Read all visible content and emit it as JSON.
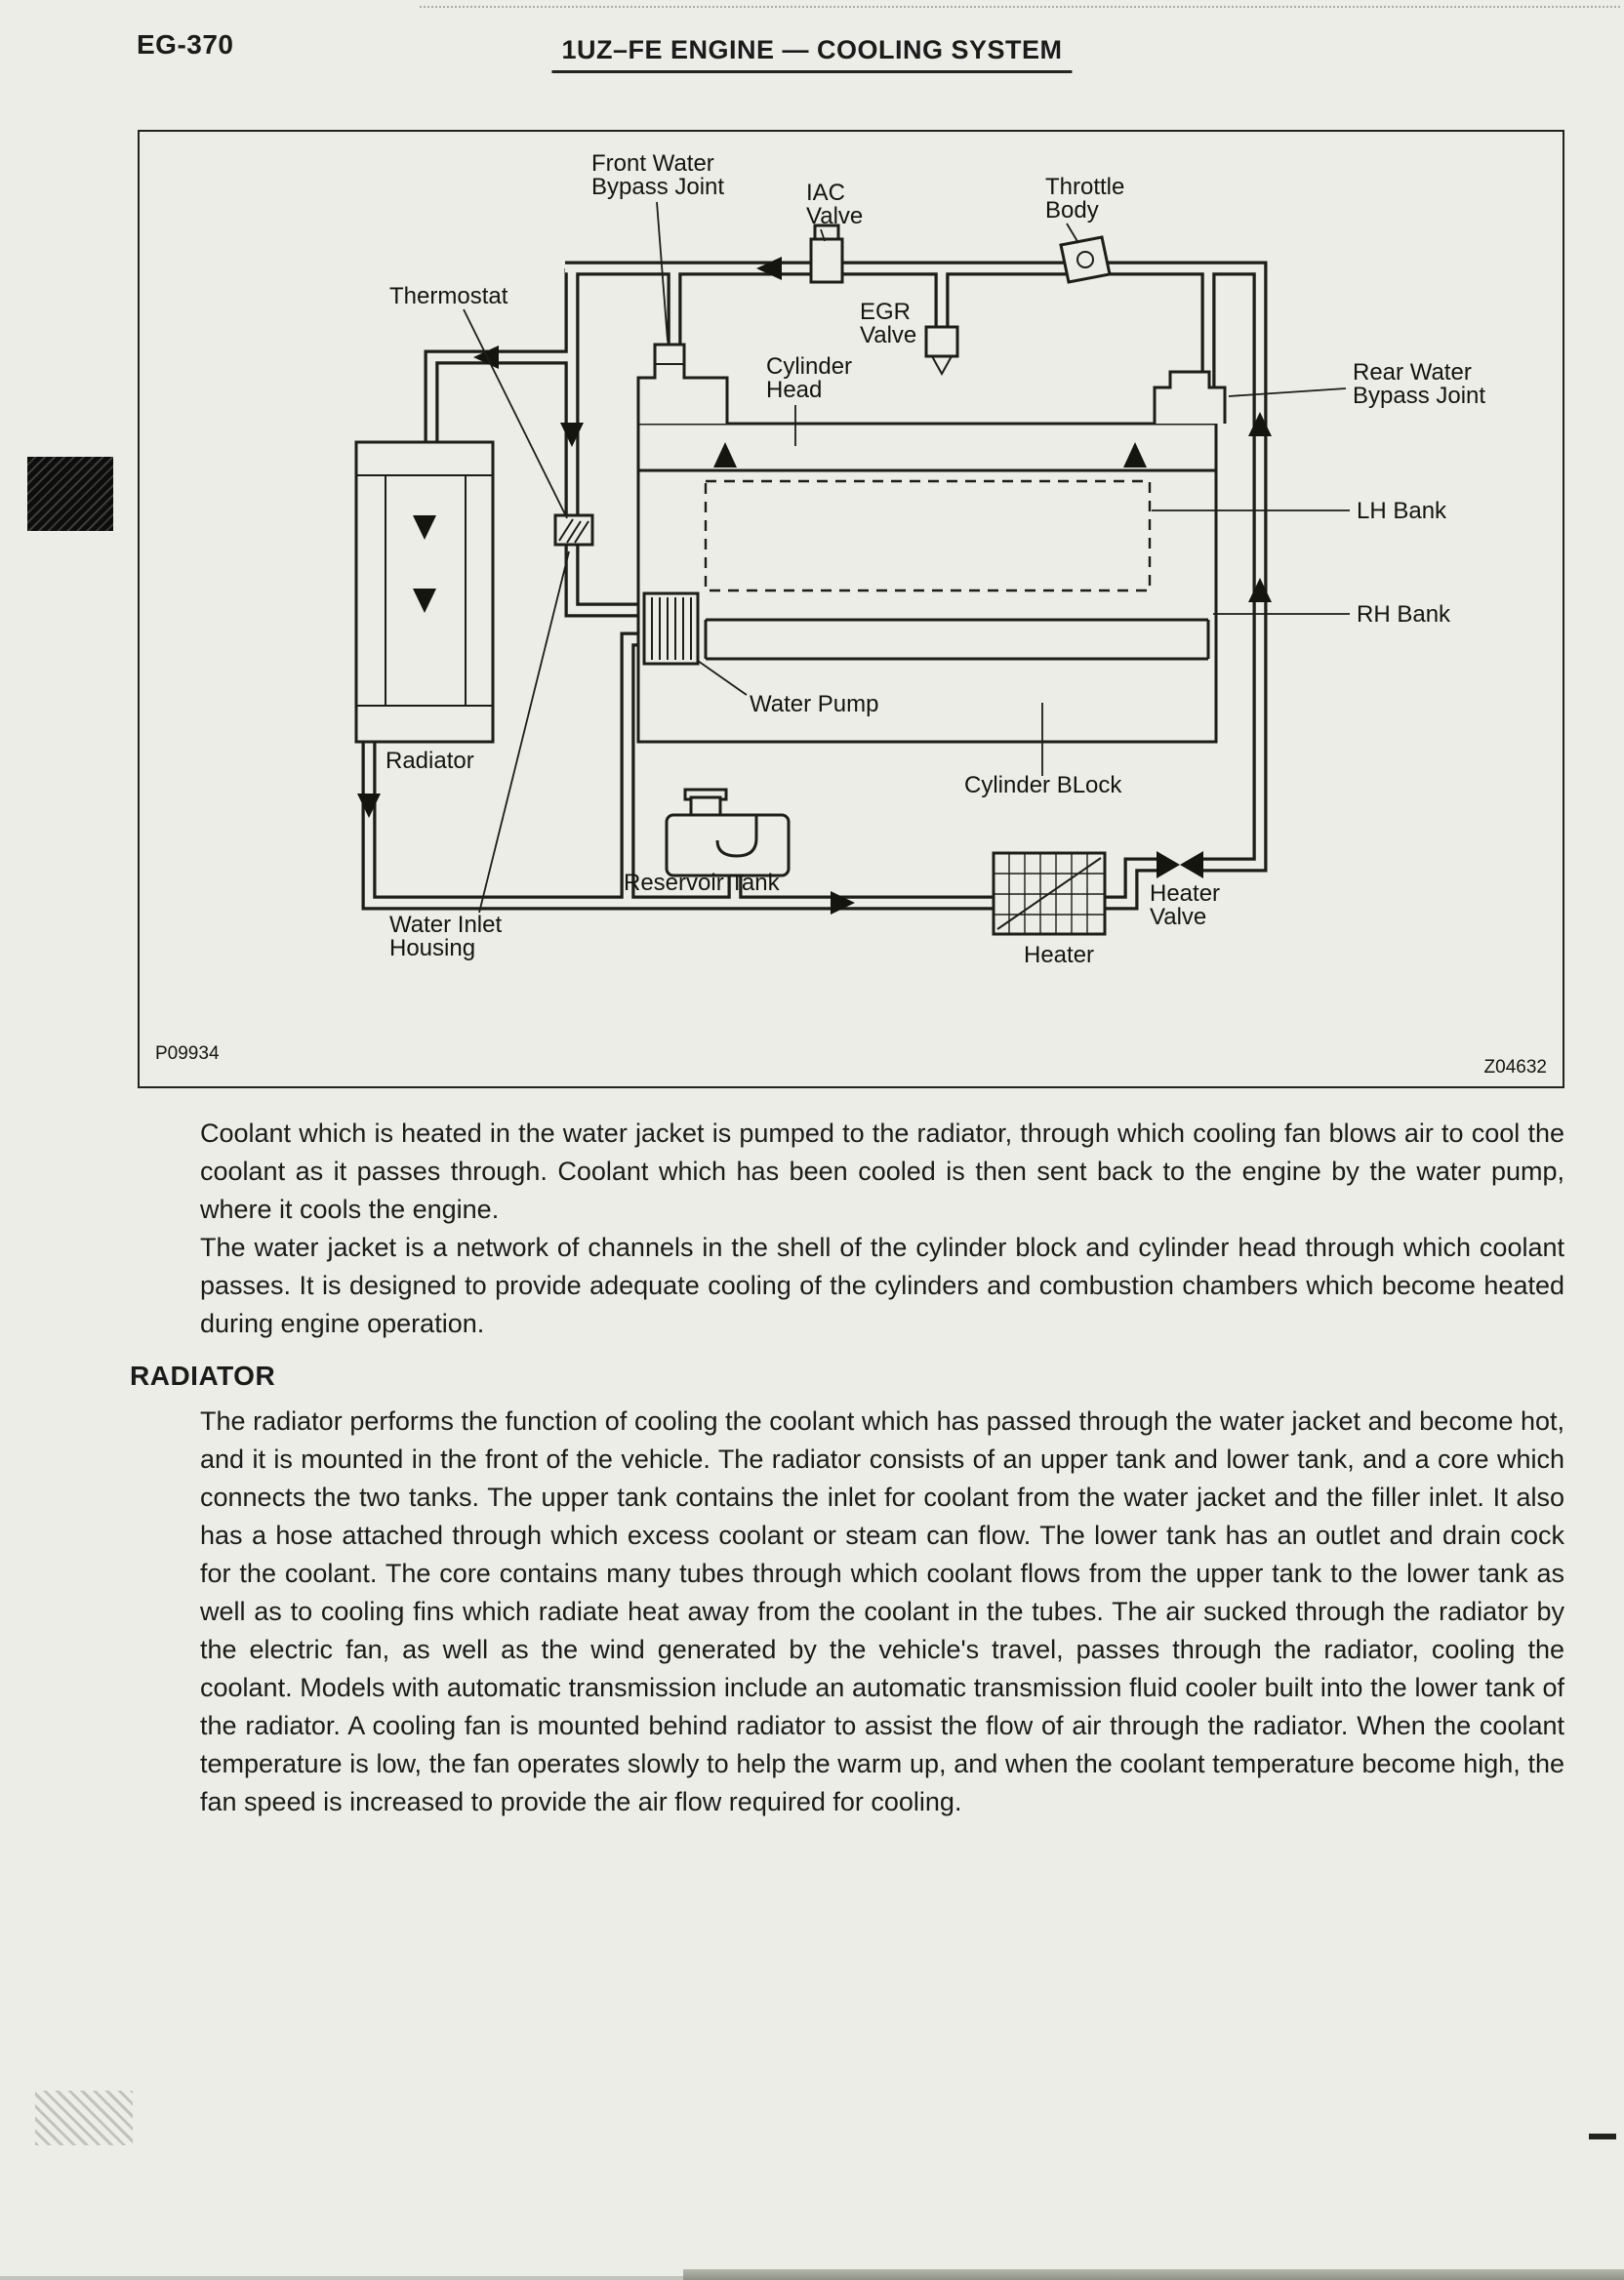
{
  "page": {
    "code": "EG-370",
    "title": "1UZ–FE ENGINE — COOLING SYSTEM"
  },
  "figure": {
    "labels": {
      "front_water_l1": "Front Water",
      "front_water_l2": "Bypass Joint",
      "iac_l1": "IAC",
      "iac_l2": "Valve",
      "throttle_l1": "Throttle",
      "throttle_l2": "Body",
      "egr_l1": "EGR",
      "egr_l2": "Valve",
      "thermostat": "Thermostat",
      "cyl_head_l1": "Cylinder",
      "cyl_head_l2": "Head",
      "rear_water_l1": "Rear Water",
      "rear_water_l2": "Bypass Joint",
      "lh_bank": "LH Bank",
      "rh_bank": "RH Bank",
      "water_pump": "Water Pump",
      "radiator": "Radiator",
      "cyl_block": "Cylinder BLock",
      "reservoir": "Reservoir Tank",
      "water_inlet_l1": "Water Inlet",
      "water_inlet_l2": "Housing",
      "heater": "Heater",
      "heater_valve_l1": "Heater",
      "heater_valve_l2": "Valve",
      "part_no": "P09934",
      "fig_code": "Z04632"
    }
  },
  "body": {
    "para1": "Coolant which is heated in the water jacket is pumped to the radiator, through which cooling fan blows air to cool the coolant as it passes through. Coolant which has been cooled is then sent back to the engine by the water pump, where it cools the engine.",
    "para2": "The water jacket is a network of channels in the shell of the cylinder block and cylinder head through which coolant passes. It is designed to provide adequate cooling of the cylinders and combustion chambers which become heated during engine operation.",
    "radiator_heading": "RADIATOR",
    "para3": "The radiator performs the function of cooling the coolant which has passed through the water jacket and become hot, and it is mounted in the front of the vehicle. The radiator consists of an upper tank and lower tank, and a core which connects the two tanks. The upper tank contains the inlet for coolant from the water jacket and the filler inlet. It also has a hose attached through which excess coolant or steam can flow. The lower tank has an outlet and drain cock for the coolant. The core contains many tubes through which coolant flows from the upper tank to the lower tank as well as to cooling fins which radiate heat away from the coolant in the tubes. The air sucked through the radiator by the electric fan, as well as the wind generated by the vehicle's travel, passes through the radiator, cooling the coolant. Models with automatic transmission include an automatic transmission fluid cooler built into the lower tank of the radiator. A cooling fan is mounted behind radiator to assist the flow of air through the radiator. When the coolant temperature is low, the fan operates slowly to help the warm up, and when the coolant temperature become high, the fan speed is increased to provide the air flow required for cooling."
  }
}
